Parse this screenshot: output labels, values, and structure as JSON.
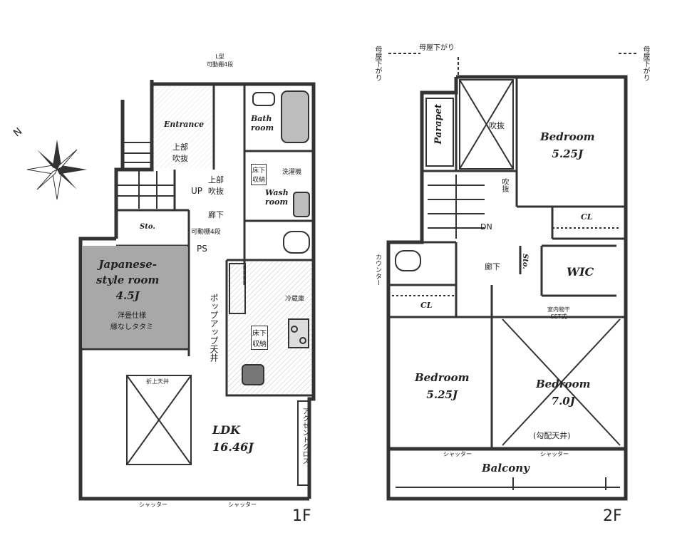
{
  "floor1": {
    "floor_label": "1F",
    "l_shelf": "L型\n可動棚4段",
    "entrance": "Entrance",
    "upper_void_entrance": "上部\n吹抜",
    "bathroom": "Bath\nroom",
    "underfloor_storage_wash": "床下\n収納",
    "washing_machine": "洗濯機",
    "washroom": "Wash\nroom",
    "stair_up": "UP",
    "upper_void_hall": "上部\n吹抜",
    "hallway": "廊下",
    "hall_shelf": "可動棚4段",
    "storage": "Sto.",
    "pipe_space": "PS",
    "japanese_room": "Japanese-\nstyle room\n4.5J",
    "japanese_note": "洋畳仕様\n縁なしタタミ",
    "popup_ceiling": "ポップアップ天井",
    "fridge": "冷蔵庫",
    "underfloor_storage_kitchen": "床下\n収納",
    "coffered_ceiling": "折上天井",
    "ldk": "LDK\n16.46J",
    "accent_cloth": "アクセントクロス",
    "shutter_1": "シャッター",
    "shutter_2": "シャッター"
  },
  "floor2": {
    "floor_label": "2F",
    "roof_slope_left": "母屋下がり",
    "roof_slope_top": "母屋下がり",
    "roof_slope_right": "母屋下がり",
    "parapet": "Parapet",
    "void_top": "吹抜",
    "void_stair": "吹抜",
    "bedroom_ne": "Bedroom\n5.25J",
    "closet_ne": "CL",
    "stair_down": "DN",
    "hallway": "廊下",
    "counter": "カウンター",
    "storage": "Sto.",
    "wic": "WIC",
    "closet_sw": "CL",
    "indoor_clothes_dryer": "室内物干\nSET式",
    "bedroom_sw": "Bedroom\n5.25J",
    "bedroom_se": "Bedroom\n7.0J",
    "sloped_ceiling": "(勾配天井)",
    "shutter_1": "シャッター",
    "shutter_2": "シャッター",
    "balcony": "Balcony"
  },
  "compass": {
    "direction": "N"
  },
  "colors": {
    "wall": "#333333",
    "japanese_room_fill": "#a8a8a8",
    "hatch": "#bbbbbb"
  }
}
